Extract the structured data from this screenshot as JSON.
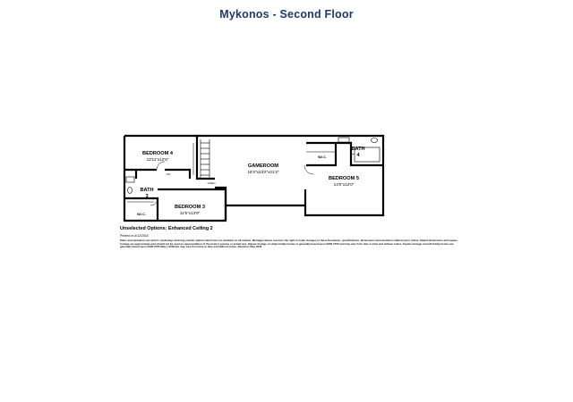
{
  "title": "Mykonos - Second Floor",
  "rooms": {
    "bedroom4": {
      "name": "BEDROOM 4",
      "dims": "13'11\"x12'6\""
    },
    "gameroom": {
      "name": "GAMEROOM",
      "dims": "16'4\"x23'2\"x21'2\""
    },
    "bath4": {
      "name": "BATH",
      "number": "4"
    },
    "wic_right": {
      "name": "W.I.C."
    },
    "bedroom5": {
      "name": "BEDROOM 5",
      "dims": "14'0\"x12'0\""
    },
    "bath3": {
      "name": "BATH",
      "number": "3"
    },
    "wic_left": {
      "name": "W.I.C."
    },
    "bedroom3": {
      "name": "BEDROOM 3",
      "dims": "11'5\"x13'0\""
    },
    "linen": {
      "name": "LIN"
    },
    "linen2": {
      "name": "LINEN"
    }
  },
  "notes": {
    "options": "Unselected Options: Enhanced Ceiling 2",
    "printed": "Printed on 4/12/2018",
    "disclaimer": "Plans and elevations are artist's renderings and may contain options which are not standard on all models. Meritage Homes reserves the right to make changes to these floorplans, specifications, dimensions and elevations without prior notice. Stated dimensions and square footage are approximate and should not be used as representation of the home's precise or actual size. Square footage of single family homes is generally based upon ANSI Z765 and may vary from time to time and without notice. Square footage of multi family homes are generally based upon ANSI Z765 May 1 2018 but may vary from time to time and without notice. Revision: May 2018"
  }
}
